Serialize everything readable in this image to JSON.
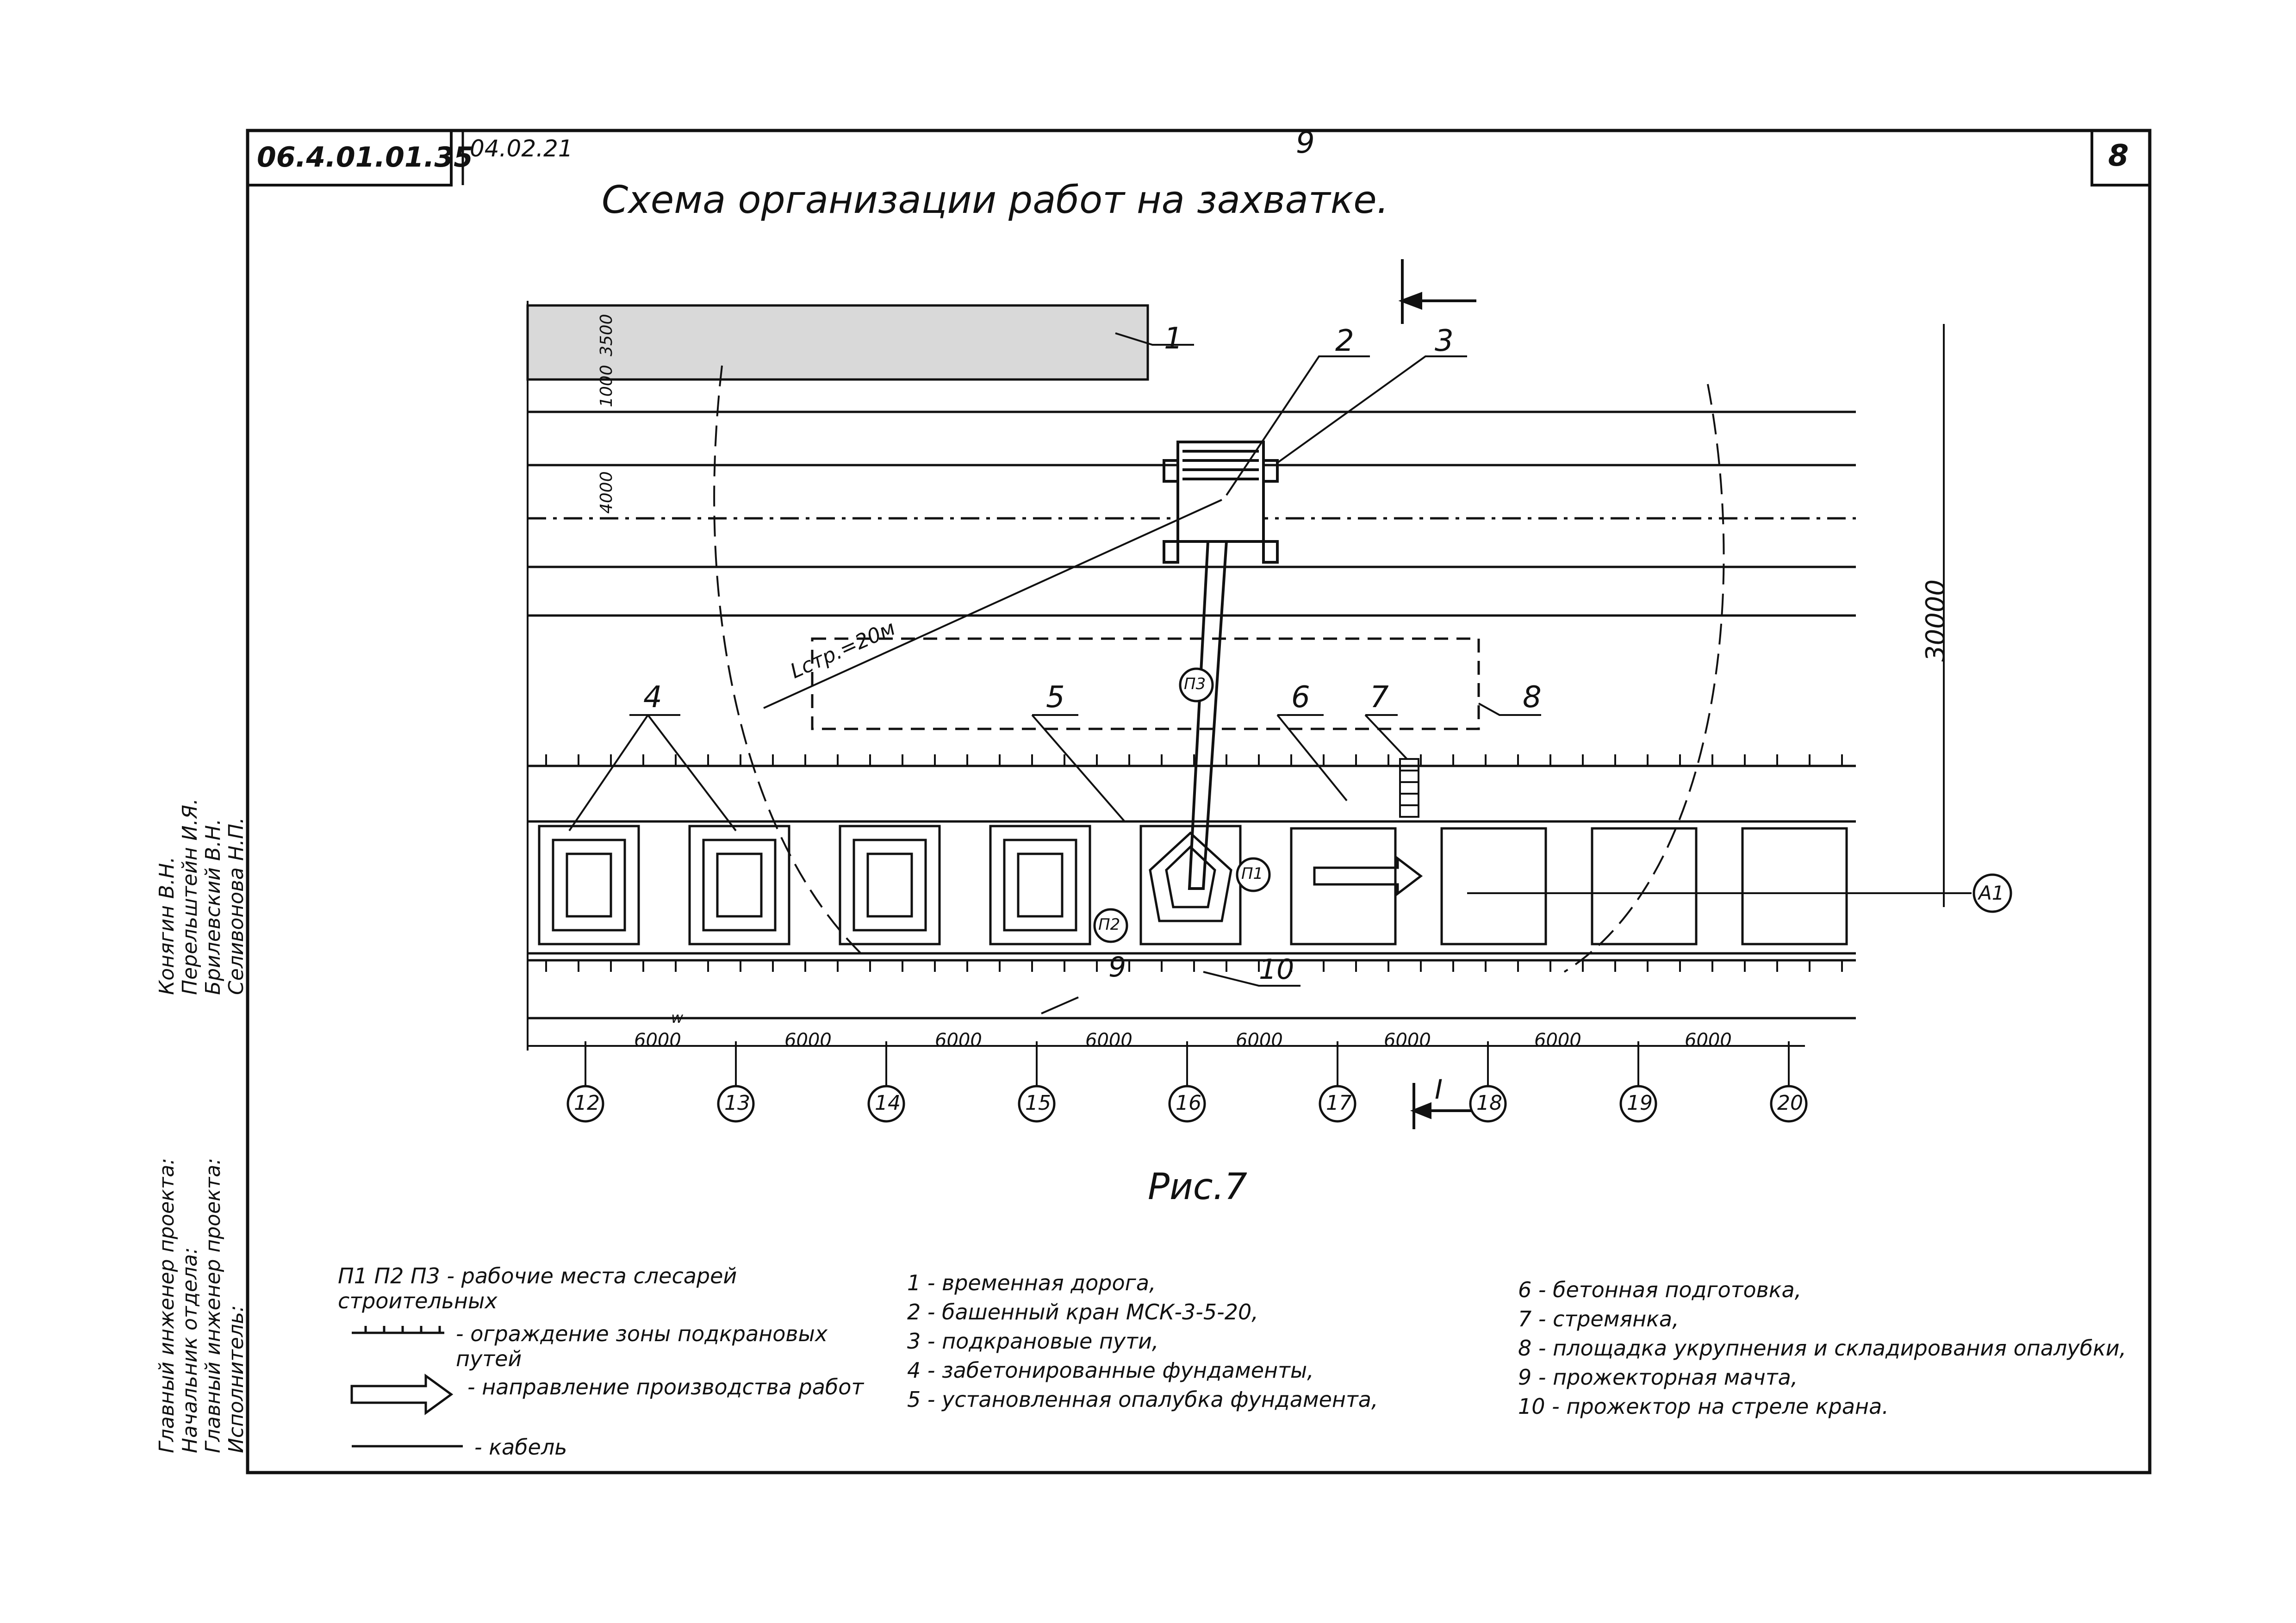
{
  "header": {
    "doc_code": "06.4.01.01.35",
    "date": "04.02.21",
    "page_num": "9",
    "sheet": "8",
    "title": "Схема организации работ на захватке."
  },
  "figure_caption": "Рис.7",
  "dimensions": {
    "road_top": "3500",
    "road_gap": "1000",
    "track": "4000",
    "total": "30000",
    "boom": "Lстр.=20м",
    "spans": [
      "6000",
      "6000",
      "6000",
      "6000",
      "6000",
      "6000",
      "6000",
      "6000"
    ]
  },
  "callouts": [
    "1",
    "2",
    "3",
    "4",
    "5",
    "6",
    "7",
    "8",
    "9",
    "10"
  ],
  "axes": [
    "12",
    "13",
    "14",
    "15",
    "16",
    "17",
    "18",
    "19",
    "20"
  ],
  "section_mark": "I",
  "row_axis": "A1",
  "workplaces": [
    "П1",
    "П2",
    "П3"
  ],
  "cable_mark": "w",
  "signatures": [
    {
      "role": "Главный инженер проекта:",
      "name": "Конягин В.Н."
    },
    {
      "role": "Начальник отдела:",
      "name": "Перельштейн И.Я."
    },
    {
      "role": "Главный инженер проекта:",
      "name": "Брилевский В.Н."
    },
    {
      "role": "Исполнитель:",
      "name": "Селивонова Н.П."
    }
  ],
  "legend_symbols": [
    {
      "key": "workplaces",
      "text": "П1 П2 П3 - рабочие места слесарей строительных"
    },
    {
      "key": "fence",
      "text": "- ограждение зоны подкрановых путей"
    },
    {
      "key": "direction",
      "text": "- направление производства работ"
    },
    {
      "key": "cable",
      "text": "- кабель"
    }
  ],
  "legend_items": [
    "1 - временная дорога,",
    "2 - башенный кран МСК-3-5-20,",
    "3 - подкрановые пути,",
    "4 - забетонированные фундаменты,",
    "5 - установленная опалубка фундамента,",
    "6 - бетонная подготовка,",
    "7 - стремянка,",
    "8 - площадка укрупнения и складирования опалубки,",
    "9 - прожекторная мачта,",
    "10 - прожектор на стреле крана."
  ]
}
